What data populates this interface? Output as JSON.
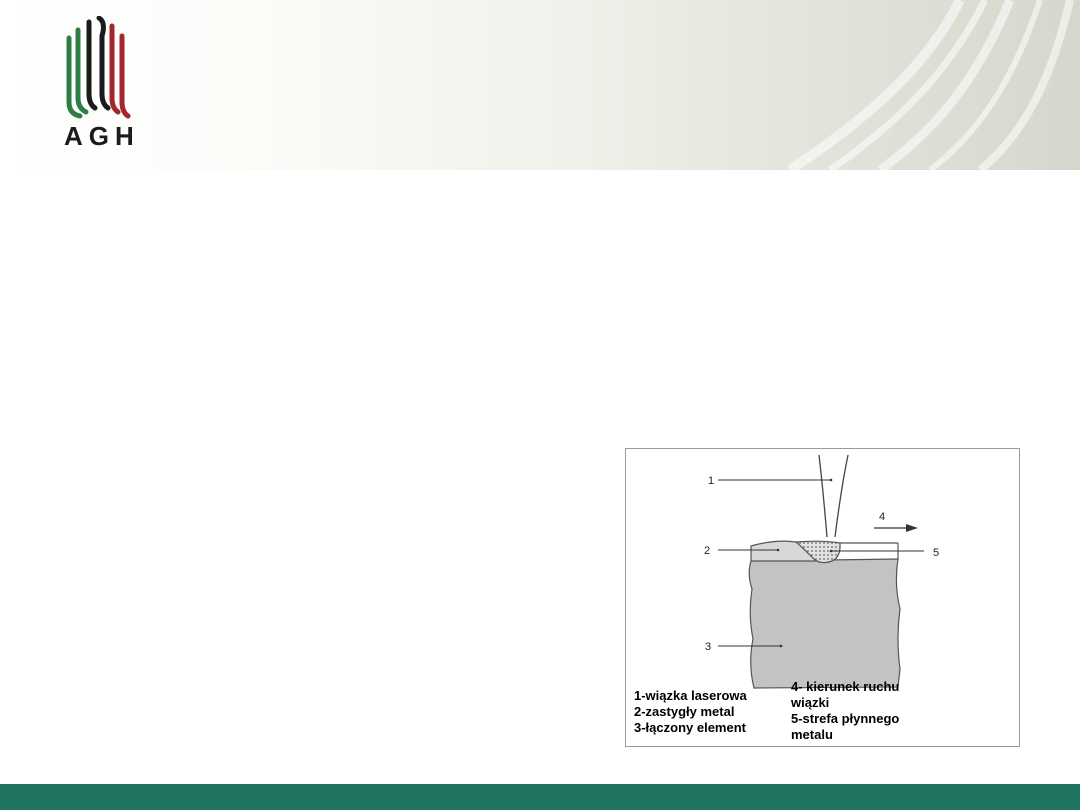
{
  "logo": {
    "text": "AGH"
  },
  "figure": {
    "callouts": [
      "1",
      "2",
      "3",
      "4",
      "5"
    ],
    "legend_left": [
      "1-wiązka laserowa",
      "2-zastygły metal",
      "3-łączony element"
    ],
    "legend_right": [
      "4- kierunek ruchu",
      "wiązki",
      "5-strefa płynnego",
      "metalu"
    ]
  },
  "colors": {
    "footer": "#1f7560",
    "logo_green": "#2e7d45",
    "logo_black": "#1b1b1b",
    "logo_red": "#a3262e"
  }
}
